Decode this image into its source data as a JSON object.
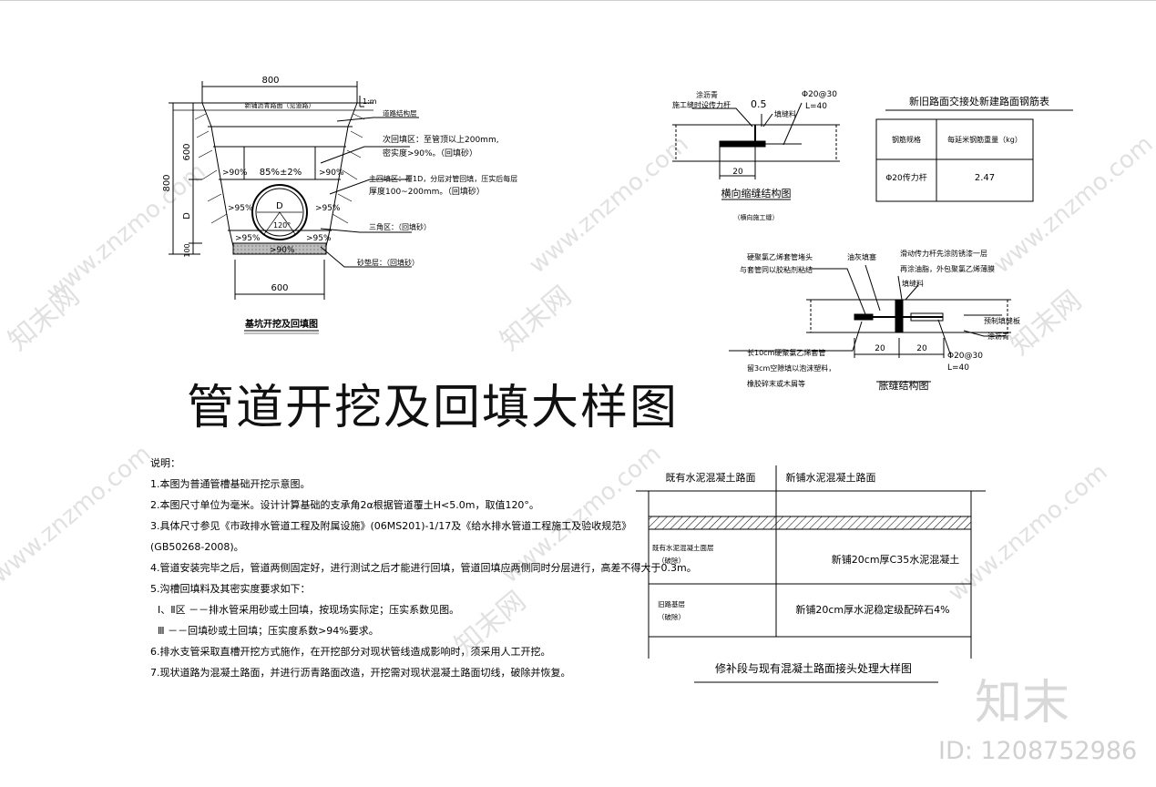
{
  "trench": {
    "dim_top": "800",
    "dim_height": "800",
    "dim_600": "600",
    "dim_d": "D",
    "dim_100": "100",
    "dim_bottom": "600",
    "slope": "1:m",
    "road_label": "新铺沥青路面（见道路）",
    "pct_85": "85%±2%",
    "pct_90_l": ">90%",
    "pct_90_r": ">90%",
    "pct_95_l": ">95%",
    "pct_95_r": ">95%",
    "pct_95_bl": ">95%",
    "pct_95_br": ">95%",
    "pct_90_b": ">90%",
    "angle": "120°",
    "pipe_d": "D",
    "note_road": "道路结构层",
    "note_sub1": "次回填区：至管顶以上200mm,",
    "note_sub2": "密实度>90%。（回填砂）",
    "note_main1": "主回填区：覆1D，分层对管回填，压实后每层",
    "note_main2": "厚度100~200mm。（回填砂）",
    "note_tri": "三角区：（回填砂）",
    "note_sand": "砂垫层：（回填砂）",
    "caption": "基坑开挖及回填图"
  },
  "big_title": "管道开挖及回填大样图",
  "joint": {
    "asphalt": "涂沥青",
    "construct": "施工缝时设传力杆",
    "w05": "0.5",
    "fill": "填缝料",
    "bar": "Φ20@30",
    "len": "L=40",
    "dim20": "20",
    "caption": "横向缩缝结构图",
    "sub": "（横向施工缝）"
  },
  "table": {
    "title": "新旧路面交接处新建路面钢筋表",
    "h1": "钢筋规格",
    "h2": "每延米钢筋重量（kg）",
    "c1": "Φ20传力杆",
    "c2": "2.47"
  },
  "expansion": {
    "pvc1": "硬聚氯乙烯套管堵头",
    "pvc2": "与套管同以胶粘剂粘结",
    "asphalt_fill": "油灰填塞",
    "bar1": "滑动传力杆先涂防锈漆一层",
    "bar2": "再涂油脂，外包聚氯乙烯薄膜",
    "fill": "填缝料",
    "board": "预制填缝板",
    "asphalt": "涂沥青",
    "sleeve1": "长10cm硬聚氯乙烯套管",
    "sleeve2": "留3cm空隙填以泡沫塑料，",
    "sleeve3": "橡胶碎末或木屑等",
    "d20a": "20",
    "d20b": "20",
    "bar": "Φ20@30",
    "len": "L=40",
    "caption": "胀缝结构图"
  },
  "notes": {
    "head": "说明：",
    "n1": "1.本图为普通管槽基础开挖示意图。",
    "n2": "2.本图尺寸单位为毫米。设计计算基础的支承角2α根据管道覆土H<5.0m，取值120°。",
    "n3": "3.具体尺寸参见《市政排水管道工程及附属设施》(06MS201)-1/17及《给水排水管道工程施工及验收规范》",
    "n3b": "(GB50268-2008)。",
    "n4": "4.管道安装完毕之后，管道两侧固定好，进行测试之后才能进行回填，管道回填应两侧同时分层进行，高差不得大于0.3m。",
    "n5": "5.沟槽回填料及其密实度要求如下：",
    "n5a": "Ⅰ、Ⅱ区 －－排水管采用砂或土回填，按现场实际定；压实系数见图。",
    "n5b": "Ⅲ －－回填砂或土回填；压实度系数>94%要求。",
    "n6": "6.排水支管采取直槽开挖方式施作，在开挖部分对现状管线造成影响时，须采用人工开挖。",
    "n7": "7.现状道路为混凝土路面，并进行沥青路面改造，开挖需对现状混凝土路面切线，破除并恢复。"
  },
  "pavement": {
    "existing": "既有水泥混凝土路面",
    "new": "新铺水泥混凝土路面",
    "old_layer1": "既有水泥混凝土面层",
    "old_layer1b": "（破除）",
    "new_layer1": "新铺20cm厚C35水泥混凝土",
    "old_base": "旧路基层",
    "old_baseb": "（破除）",
    "new_base": "新铺20cm厚水泥稳定级配碎石4%",
    "caption": "修补段与现有混凝土路面接头处理大样图"
  },
  "watermark": {
    "brand": "知末",
    "id": "ID: 1208752986",
    "site": "www.znzmo.com",
    "mark": "知末网"
  }
}
